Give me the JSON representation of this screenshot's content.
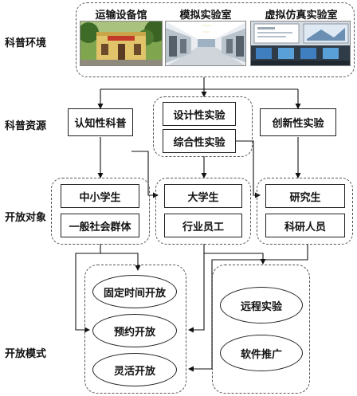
{
  "rows": {
    "environment": "科普环境",
    "resources": "科普资源",
    "audience": "开放对象",
    "mode": "开放模式"
  },
  "environment": {
    "venues": [
      {
        "label": "运输设备馆",
        "photo": "museum-building-photo"
      },
      {
        "label": "模拟实验室",
        "photo": "lab-corridor-photo"
      },
      {
        "label": "虚拟仿真实验室",
        "photo": "computer-lab-photo"
      }
    ]
  },
  "resources": {
    "cognitive": "认知性科普",
    "design": "设计性实验",
    "comprehensive": "综合性实验",
    "innovative": "创新性实验"
  },
  "audience": {
    "school_students": "中小学生",
    "general_public": "一般社会群体",
    "university_students": "大学生",
    "industry_staff": "行业员工",
    "graduate_students": "研究生",
    "researchers": "科研人员"
  },
  "modes": {
    "onsite": [
      "固定时间开放",
      "预约开放",
      "灵活开放"
    ],
    "online": [
      "远程实验",
      "软件推广"
    ]
  }
}
